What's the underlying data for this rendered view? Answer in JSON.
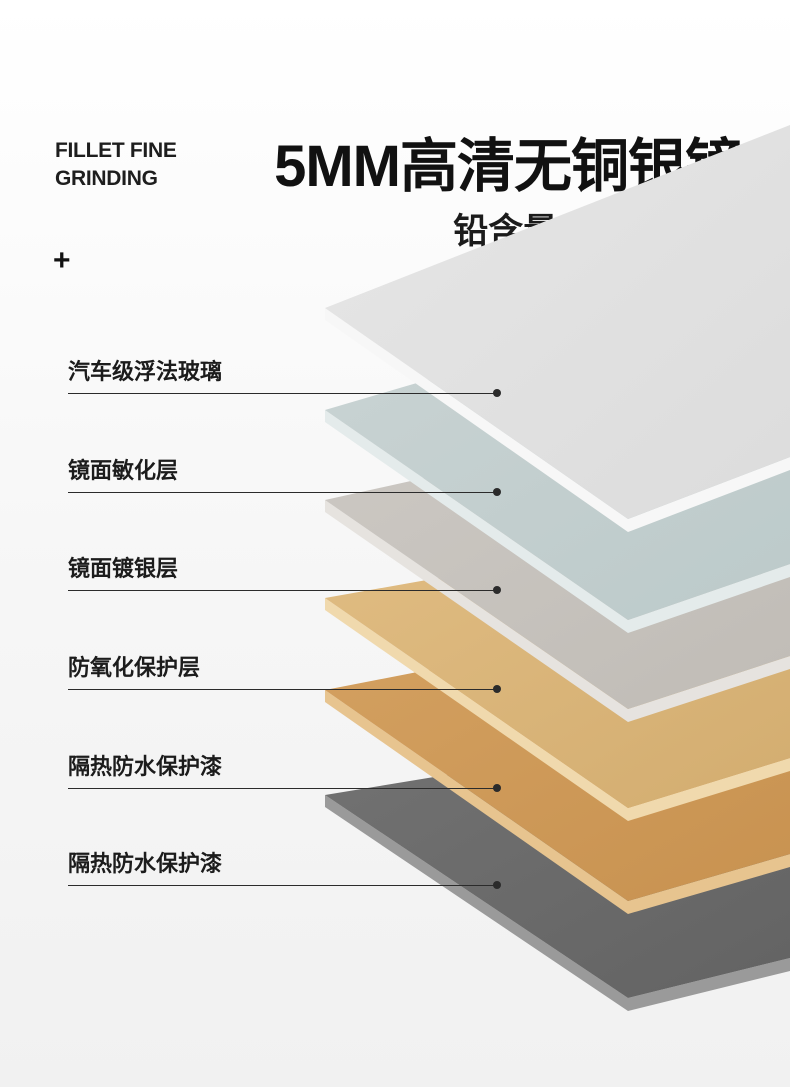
{
  "header": {
    "eyebrow_line1": "FILLET FINE",
    "eyebrow_line2": "GRINDING",
    "plus_glyph": "+",
    "title": "5MM高清无铜银镜",
    "subtitle": "铅含量小于40PPM"
  },
  "colors": {
    "accent": "#3f64e8",
    "layer_glass": "#e2e2e2",
    "layer_sensitized": "#c5d1d1",
    "layer_silver": "#c8c4bf",
    "layer_protective": "#dcb67a",
    "layer_paint_1": "#cf9a5b",
    "layer_paint_2": "#6c6c6c"
  },
  "layers": [
    {
      "label": "汽车级浮法玻璃"
    },
    {
      "label": "镜面敏化层"
    },
    {
      "label": "镜面镀银层"
    },
    {
      "label": "防氧化保护层"
    },
    {
      "label": "隔热防水保护漆"
    },
    {
      "label": "隔热防水保护漆"
    }
  ]
}
